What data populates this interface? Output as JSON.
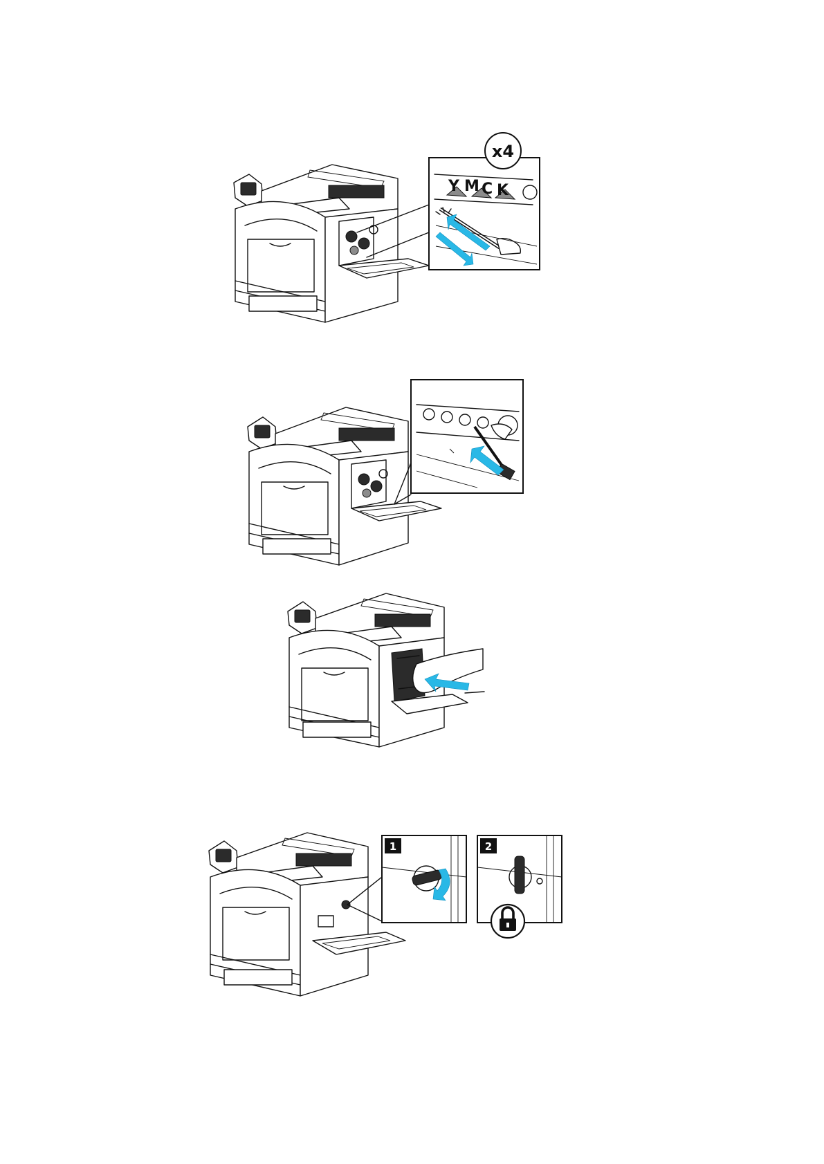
{
  "figures": [
    {
      "id": "figure-1",
      "callout": {
        "multiplier_label": "x4",
        "color_labels": [
          "Y",
          "M",
          "C",
          "K"
        ]
      }
    },
    {
      "id": "figure-2"
    },
    {
      "id": "figure-3"
    },
    {
      "id": "figure-4",
      "steps": [
        {
          "number": "1"
        },
        {
          "number": "2",
          "icon": "lock-icon"
        }
      ]
    }
  ],
  "colors": {
    "arrow": "#29b8e6",
    "line": "#111111",
    "background": "#ffffff"
  }
}
